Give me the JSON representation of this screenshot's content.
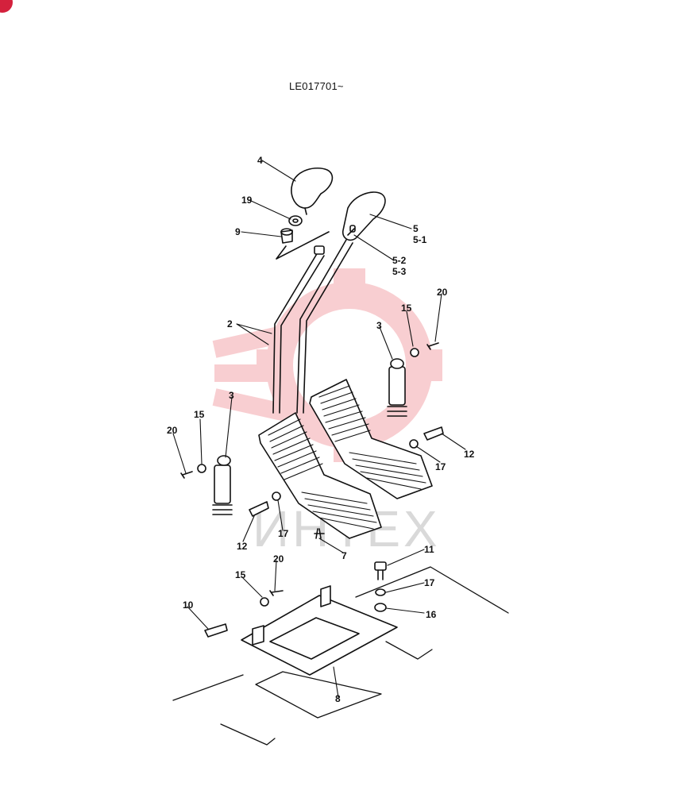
{
  "serial_range": "LE017701~",
  "watermark": {
    "text": "ИНТЕХ",
    "color": "#e9545c",
    "text_color": "#d9d9d9"
  },
  "badge_color": "#d4213d",
  "callouts": [
    {
      "id": "c4",
      "label": "4"
    },
    {
      "id": "c19",
      "label": "19"
    },
    {
      "id": "c9",
      "label": "9"
    },
    {
      "id": "c5",
      "label": "5"
    },
    {
      "id": "c5-1",
      "label": "5-1"
    },
    {
      "id": "c5-2",
      "label": "5-2"
    },
    {
      "id": "c5-3",
      "label": "5-3"
    },
    {
      "id": "c20a",
      "label": "20"
    },
    {
      "id": "c15a",
      "label": "15"
    },
    {
      "id": "c3a",
      "label": "3"
    },
    {
      "id": "c2",
      "label": "2"
    },
    {
      "id": "c3b",
      "label": "3"
    },
    {
      "id": "c15b",
      "label": "15"
    },
    {
      "id": "c20b",
      "label": "20"
    },
    {
      "id": "c12a",
      "label": "12"
    },
    {
      "id": "c17a",
      "label": "17"
    },
    {
      "id": "c12b",
      "label": "12"
    },
    {
      "id": "c17b",
      "label": "17"
    },
    {
      "id": "c7",
      "label": "7"
    },
    {
      "id": "c11",
      "label": "11"
    },
    {
      "id": "c20c",
      "label": "20"
    },
    {
      "id": "c15c",
      "label": "15"
    },
    {
      "id": "c17c",
      "label": "17"
    },
    {
      "id": "c16",
      "label": "16"
    },
    {
      "id": "c10",
      "label": "10"
    },
    {
      "id": "c8",
      "label": "8"
    }
  ]
}
